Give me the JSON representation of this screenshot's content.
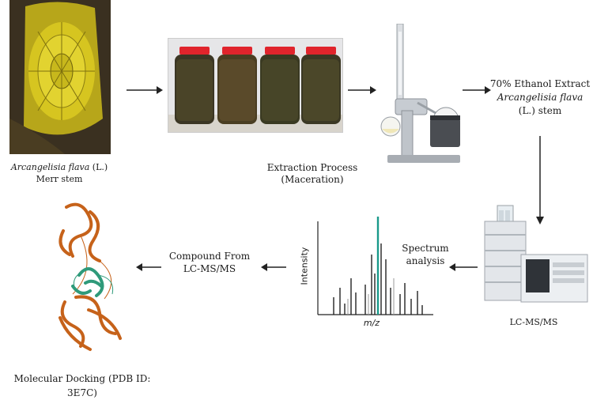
{
  "step1": {
    "species": "Arcangelisia flava",
    "suffix": " (L.)",
    "line2": "Merr stem"
  },
  "step2": {
    "caption": "Extraction Process (Maceration)"
  },
  "step3": {
    "line1": "70% Ethanol Extract",
    "species": "Arcangelisia flava",
    "line3": "(L.) stem"
  },
  "step4": {
    "caption": "LC-MS/MS"
  },
  "step5": {
    "caption_line1": "Spectrum",
    "caption_line2": "analysis",
    "ylabel": "Intensity",
    "xlabel": "m/z"
  },
  "step6": {
    "line1": "Compound From",
    "line2": "LC-MS/MS"
  },
  "step7": {
    "line1": "Molecular Docking (PDB ID:",
    "line2": "3E7C)"
  },
  "colors": {
    "stem": "#d4c21c",
    "protein_orange": "#c6621a",
    "protein_teal": "#2f9a7a",
    "bottle_cap": "#e0242c",
    "peak_highlight": "#1a9a8a"
  }
}
